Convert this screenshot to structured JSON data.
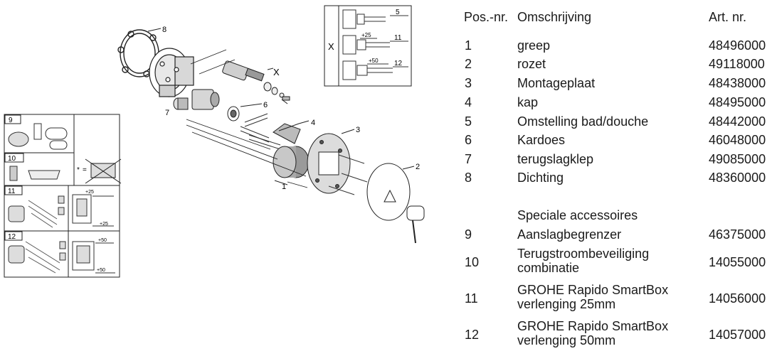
{
  "table": {
    "headers": {
      "pos": "Pos.-nr.",
      "desc": "Omschrijving",
      "art": "Art. nr."
    },
    "parts": [
      {
        "pos": "1",
        "desc": "greep",
        "art": "48496000"
      },
      {
        "pos": "2",
        "desc": "rozet",
        "art": "49118000"
      },
      {
        "pos": "3",
        "desc": "Montageplaat",
        "art": "48438000"
      },
      {
        "pos": "4",
        "desc": "kap",
        "art": "48495000"
      },
      {
        "pos": "5",
        "desc": "Omstelling bad/douche",
        "art": "48442000"
      },
      {
        "pos": "6",
        "desc": "Kardoes",
        "art": "46048000"
      },
      {
        "pos": "7",
        "desc": "terugslagklep",
        "art": "49085000"
      },
      {
        "pos": "8",
        "desc": "Dichting",
        "art": "48360000"
      }
    ],
    "special_heading": "Speciale accessoires",
    "accessories": [
      {
        "pos": "9",
        "desc_lines": [
          "Aanslagbegrenzer"
        ],
        "art": "46375000"
      },
      {
        "pos": "10",
        "desc_lines": [
          "Terugstroombeveiliging",
          "combinatie"
        ],
        "art": "14055000"
      },
      {
        "pos": "11",
        "desc_lines": [
          "GROHE Rapido SmartBox",
          "verlenging 25mm"
        ],
        "art": "14056000"
      },
      {
        "pos": "12",
        "desc_lines": [
          "GROHE Rapido SmartBox",
          "verlenging 50mm"
        ],
        "art": "14057000"
      }
    ]
  },
  "drawing": {
    "callouts": [
      "1",
      "2",
      "3",
      "4",
      "5",
      "6",
      "7",
      "8"
    ],
    "x_marker": "X",
    "inset": {
      "x_label": "X",
      "rows": [
        {
          "num": "5",
          "dim": ""
        },
        {
          "num": "11",
          "dim": "+25"
        },
        {
          "num": "12",
          "dim": "+50"
        }
      ]
    },
    "accessory_panel": {
      "labels": [
        "9",
        "10",
        "11",
        "12"
      ],
      "star": "*",
      "equals": "=",
      "dims": [
        "+25",
        "+25",
        "+50",
        "+50"
      ]
    }
  }
}
